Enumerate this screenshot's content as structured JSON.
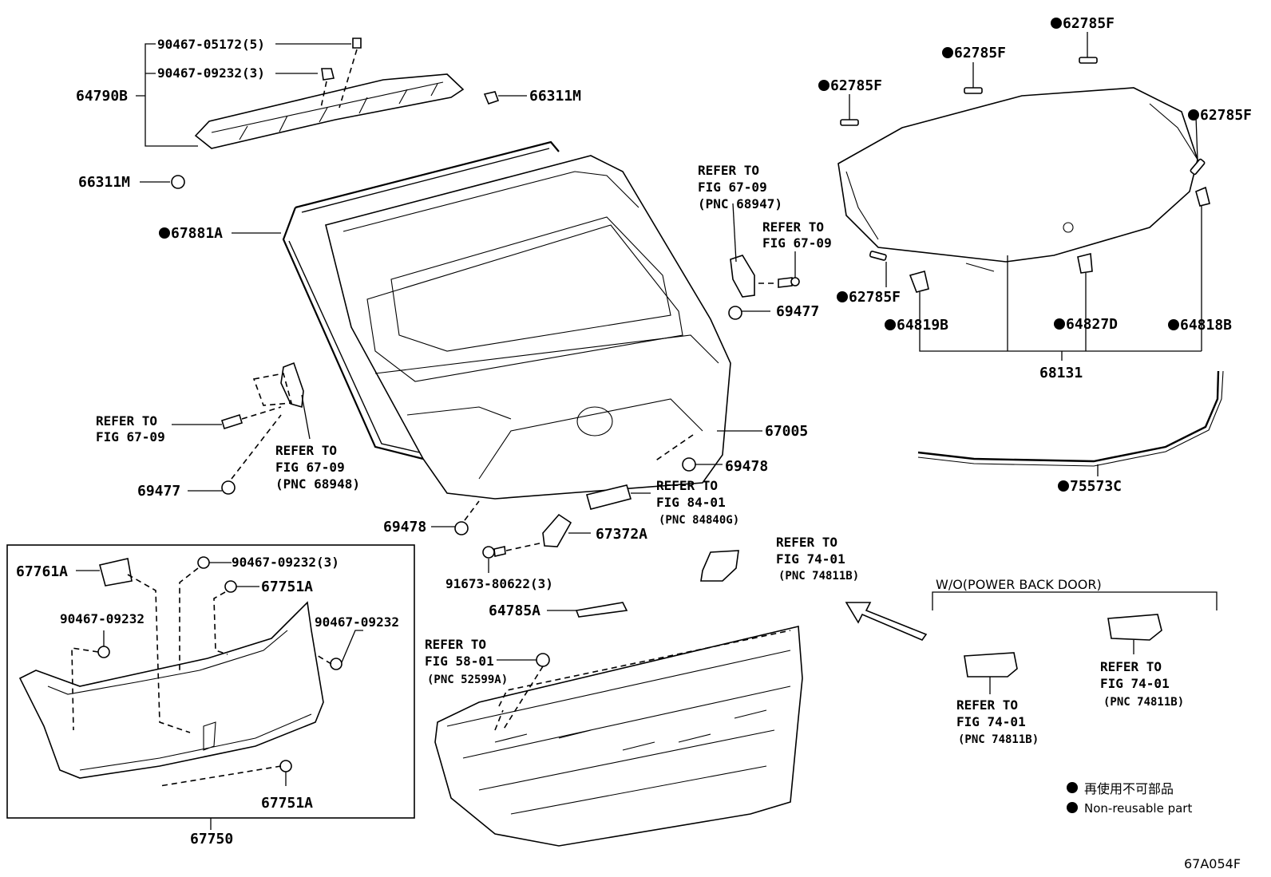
{
  "labels": {
    "p90467_05172": "90467-05172(5)",
    "p90467_09232_3_top": "90467-09232(3)",
    "p64790B": "64790B",
    "p66311M_top": "66311M",
    "p66311M_left": "66311M",
    "p67881A": "67881A",
    "p67005": "67005",
    "p69477_right": "69477",
    "p69477_left": "69477",
    "p69478_right": "69478",
    "p69478_left": "69478",
    "p67372A": "67372A",
    "p91673": "91673-80622(3)",
    "p64785A": "64785A",
    "p62785F_1": "62785F",
    "p62785F_2": "62785F",
    "p62785F_3": "62785F",
    "p62785F_4": "62785F",
    "p62785F_5": "62785F",
    "p64819B": "64819B",
    "p64827D": "64827D",
    "p64818B": "64818B",
    "p68131": "68131",
    "p75573C": "75573C",
    "p67761A": "67761A",
    "p90467_09232_3_box": "90467-09232(3)",
    "p67751A_top": "67751A",
    "p90467_09232_a": "90467-09232",
    "p90467_09232_b": "90467-09232",
    "p67751A_bottom": "67751A",
    "p67750": "67750",
    "wo_power_back_door": "W/O(POWER BACK DOOR)",
    "figure_code": "67A054F"
  },
  "refs": {
    "r_6709_pnc68947": [
      "REFER TO",
      "FIG 67-09",
      "(PNC 68947)"
    ],
    "r_6709_plain_right": [
      "REFER TO",
      "FIG 67-09"
    ],
    "r_6709_plain_left": [
      "REFER TO",
      "FIG 67-09"
    ],
    "r_6709_pnc68948": [
      "REFER TO",
      "FIG 67-09",
      "(PNC 68948)"
    ],
    "r_8401": [
      "REFER TO",
      "FIG 84-01",
      "(PNC 84840G)"
    ],
    "r_7401_center": [
      "REFER TO",
      "FIG 74-01",
      "(PNC 74811B)"
    ],
    "r_5801": [
      "REFER TO",
      "FIG 58-01",
      "(PNC 52599A)"
    ],
    "r_7401_wo_left": [
      "REFER TO",
      "FIG 74-01",
      "(PNC 74811B)"
    ],
    "r_7401_wo_right": [
      "REFER TO",
      "FIG 74-01",
      "(PNC 74811B)"
    ]
  },
  "legend": {
    "line1": "再使用不可部品",
    "line2": "Non-reusable part"
  },
  "colors": {
    "ink": "#000000",
    "paper": "#ffffff"
  }
}
